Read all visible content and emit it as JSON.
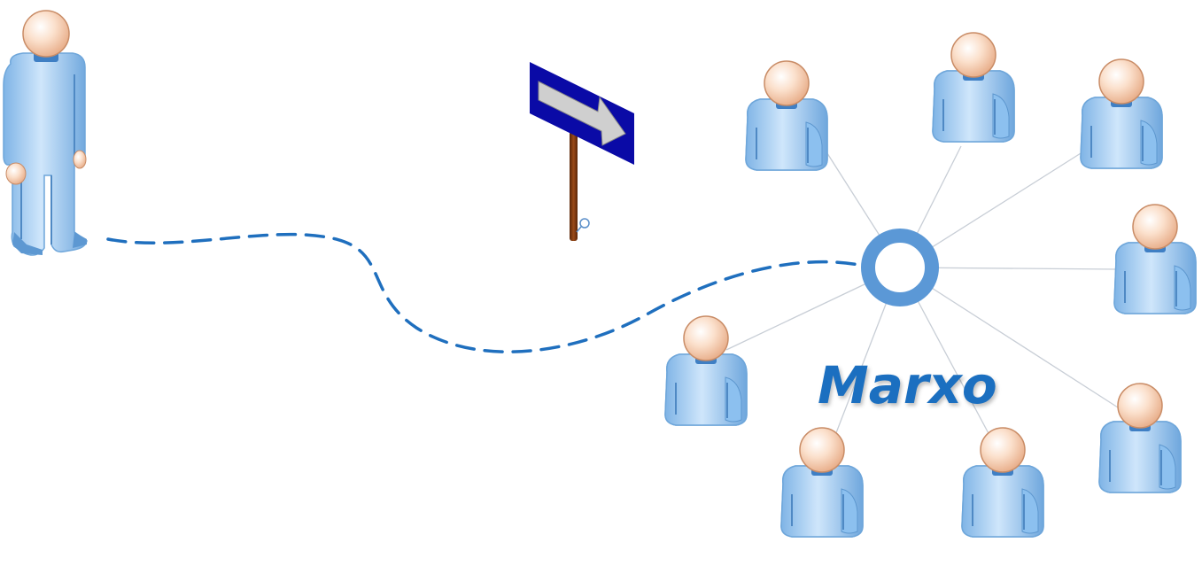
{
  "diagram": {
    "label": "Marxo",
    "colors": {
      "path": "#1f6fbe",
      "hub": "#5b98d6",
      "spokes": "#c8ced6",
      "label": "#1b6fc0",
      "sign_board": "#0a0aa6",
      "sign_arrow": "#cfcfcf",
      "sign_pole": "#7a3a12",
      "person_body": "#a9d0f2",
      "person_head": "#f6cfb4"
    },
    "elements": {
      "lone_person": "standing-person-icon",
      "signpost": "direction-signpost-icon",
      "route": "dashed-path",
      "hub": "network-hub-ring",
      "network_people_count": 8
    }
  }
}
